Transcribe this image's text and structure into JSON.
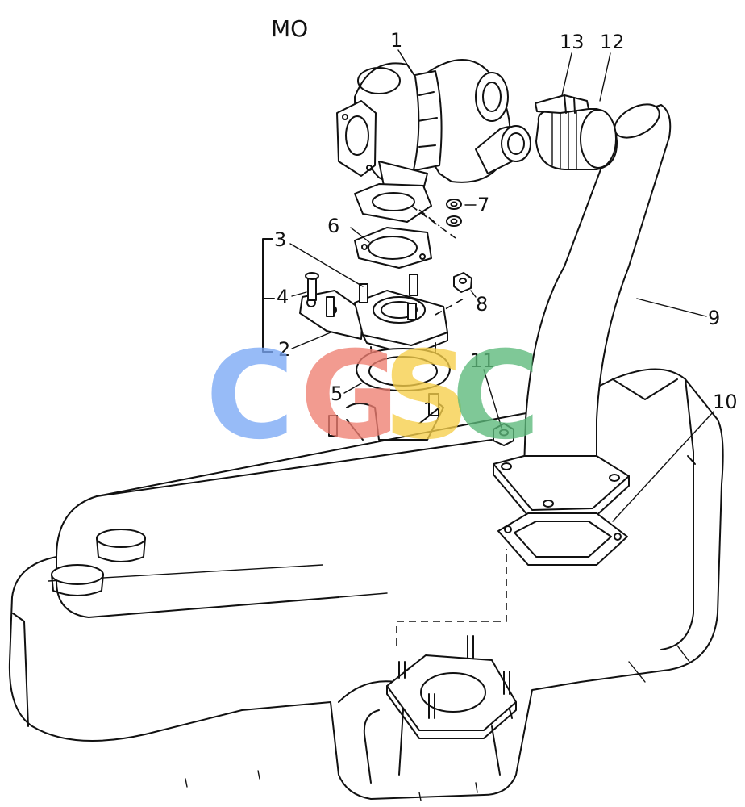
{
  "diagram": {
    "title": "MO",
    "callouts": [
      {
        "id": "1",
        "label": "1"
      },
      {
        "id": "2",
        "label": "2"
      },
      {
        "id": "3",
        "label": "3"
      },
      {
        "id": "4",
        "label": "4"
      },
      {
        "id": "5",
        "label": "5"
      },
      {
        "id": "6",
        "label": "6"
      },
      {
        "id": "7",
        "label": "7"
      },
      {
        "id": "8",
        "label": "8"
      },
      {
        "id": "9",
        "label": "9"
      },
      {
        "id": "10",
        "label": "10"
      },
      {
        "id": "11",
        "label": "11"
      },
      {
        "id": "12",
        "label": "12"
      },
      {
        "id": "13",
        "label": "13"
      }
    ]
  },
  "watermark": {
    "letters": [
      "C",
      "G",
      "S",
      "C"
    ],
    "colors": [
      "#7aa8f5",
      "#ef7f72",
      "#f7cf4a",
      "#5cb97a"
    ]
  }
}
